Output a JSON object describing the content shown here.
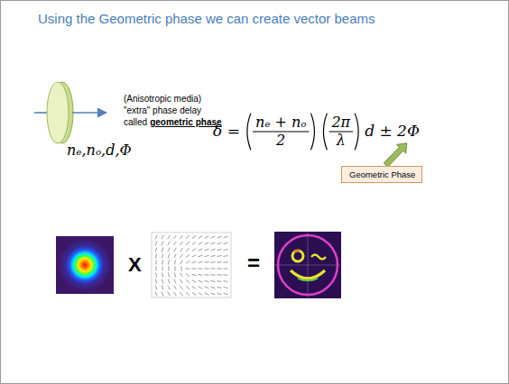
{
  "diagram": {
    "title": "Using the Geometric phase we can create vector beams",
    "nodes": [
      {
        "text": [
          "Geometric Phase"
        ]
      }
    ],
    "labels": [
      "nₑ,nₒ,d,Φ",
      "(Anisotropic media)",
      "\"extra\" phase delay",
      "called",
      "geometric phase",
      "δ =",
      "nₑ + nₒ",
      "2",
      "2π",
      "λ",
      "d ± 2Φ",
      "X",
      "="
    ]
  }
}
